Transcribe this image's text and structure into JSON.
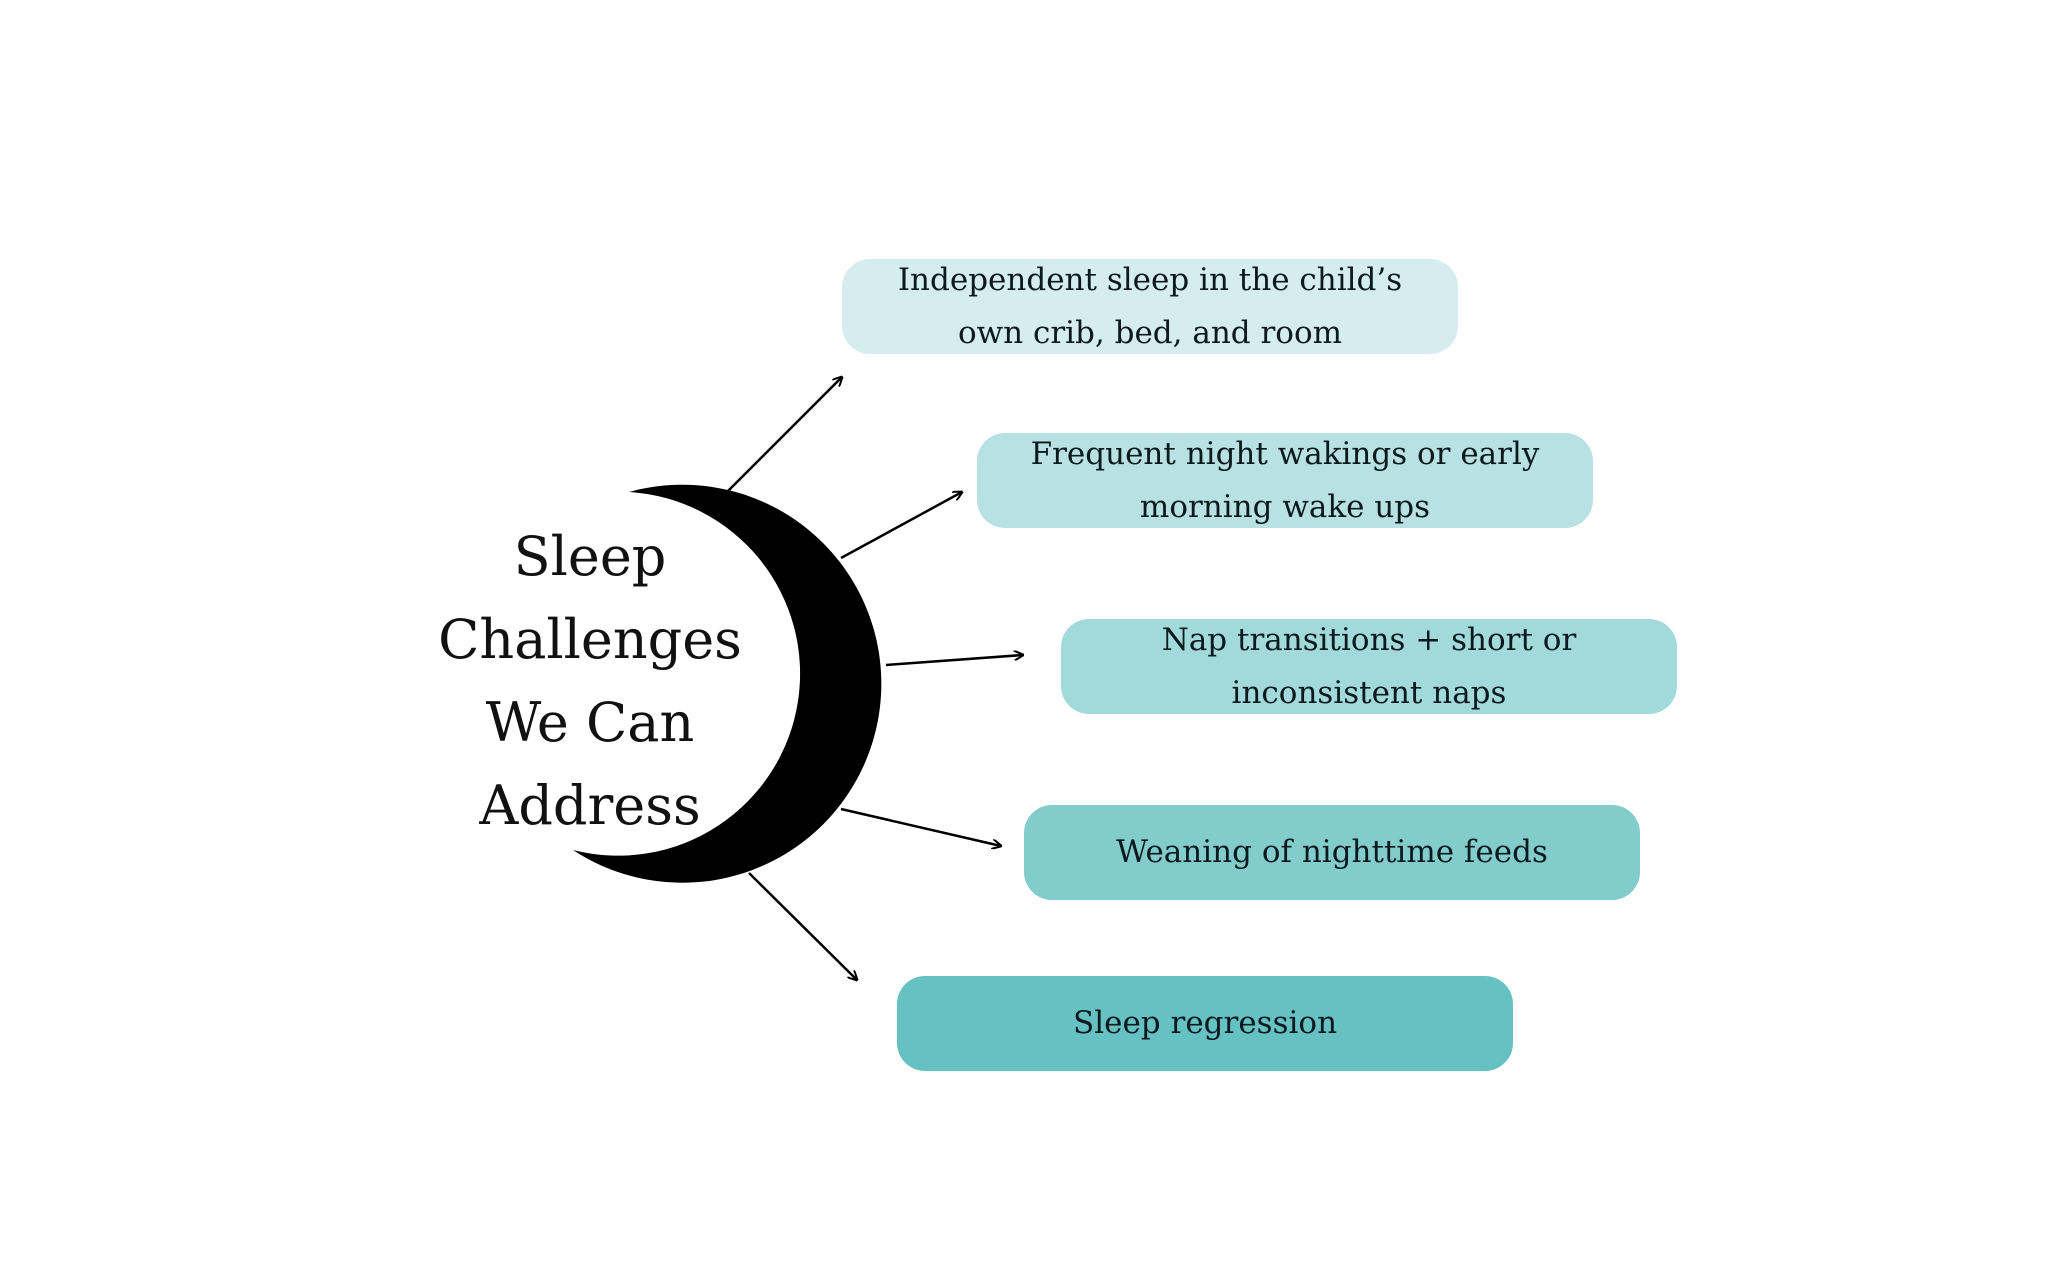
{
  "title_lines": [
    "Sleep",
    "Challenges",
    "We Can",
    "Address"
  ],
  "items": [
    {
      "line1": "Independent sleep in the child’s",
      "line2": "own crib, bed, and room",
      "color": "#d6edef"
    },
    {
      "line1": "Frequent night wakings or early",
      "line2": "morning wake ups",
      "color": "#b8e1e3"
    },
    {
      "line1": "Nap transitions + short or",
      "line2": "inconsistent naps",
      "color": "#a2d9db"
    },
    {
      "line1": "Weaning of nighttime feeds",
      "line2": "",
      "color": "#83cccc"
    },
    {
      "line1": "Sleep regression",
      "line2": "",
      "color": "#66c1c2"
    }
  ],
  "icons": {
    "center": "crescent-moon-icon",
    "connector": "arrow-icon"
  },
  "colors": {
    "moon": "#000000",
    "arrow": "#000000",
    "background": "#ffffff"
  }
}
